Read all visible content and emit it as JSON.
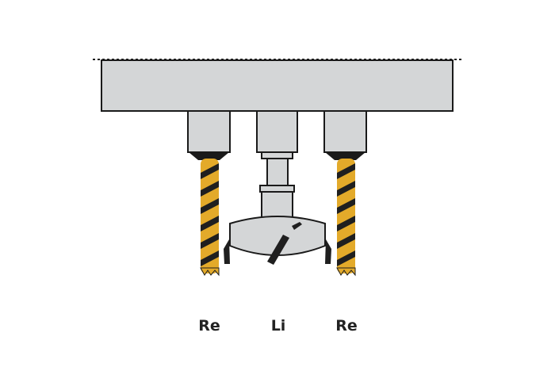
{
  "labels": {
    "left": "Re",
    "center": "Li",
    "right": "Re"
  },
  "colors": {
    "housing": "#d4d6d7",
    "outline": "#1a1a1a",
    "drill_gold": "#e3aa2a",
    "drill_dark": "#1f1f1f"
  },
  "icons": {
    "left_tool": "twist-drill-bit-icon",
    "center_tool": "hinge-boring-bit-icon",
    "right_tool": "twist-drill-bit-icon"
  }
}
